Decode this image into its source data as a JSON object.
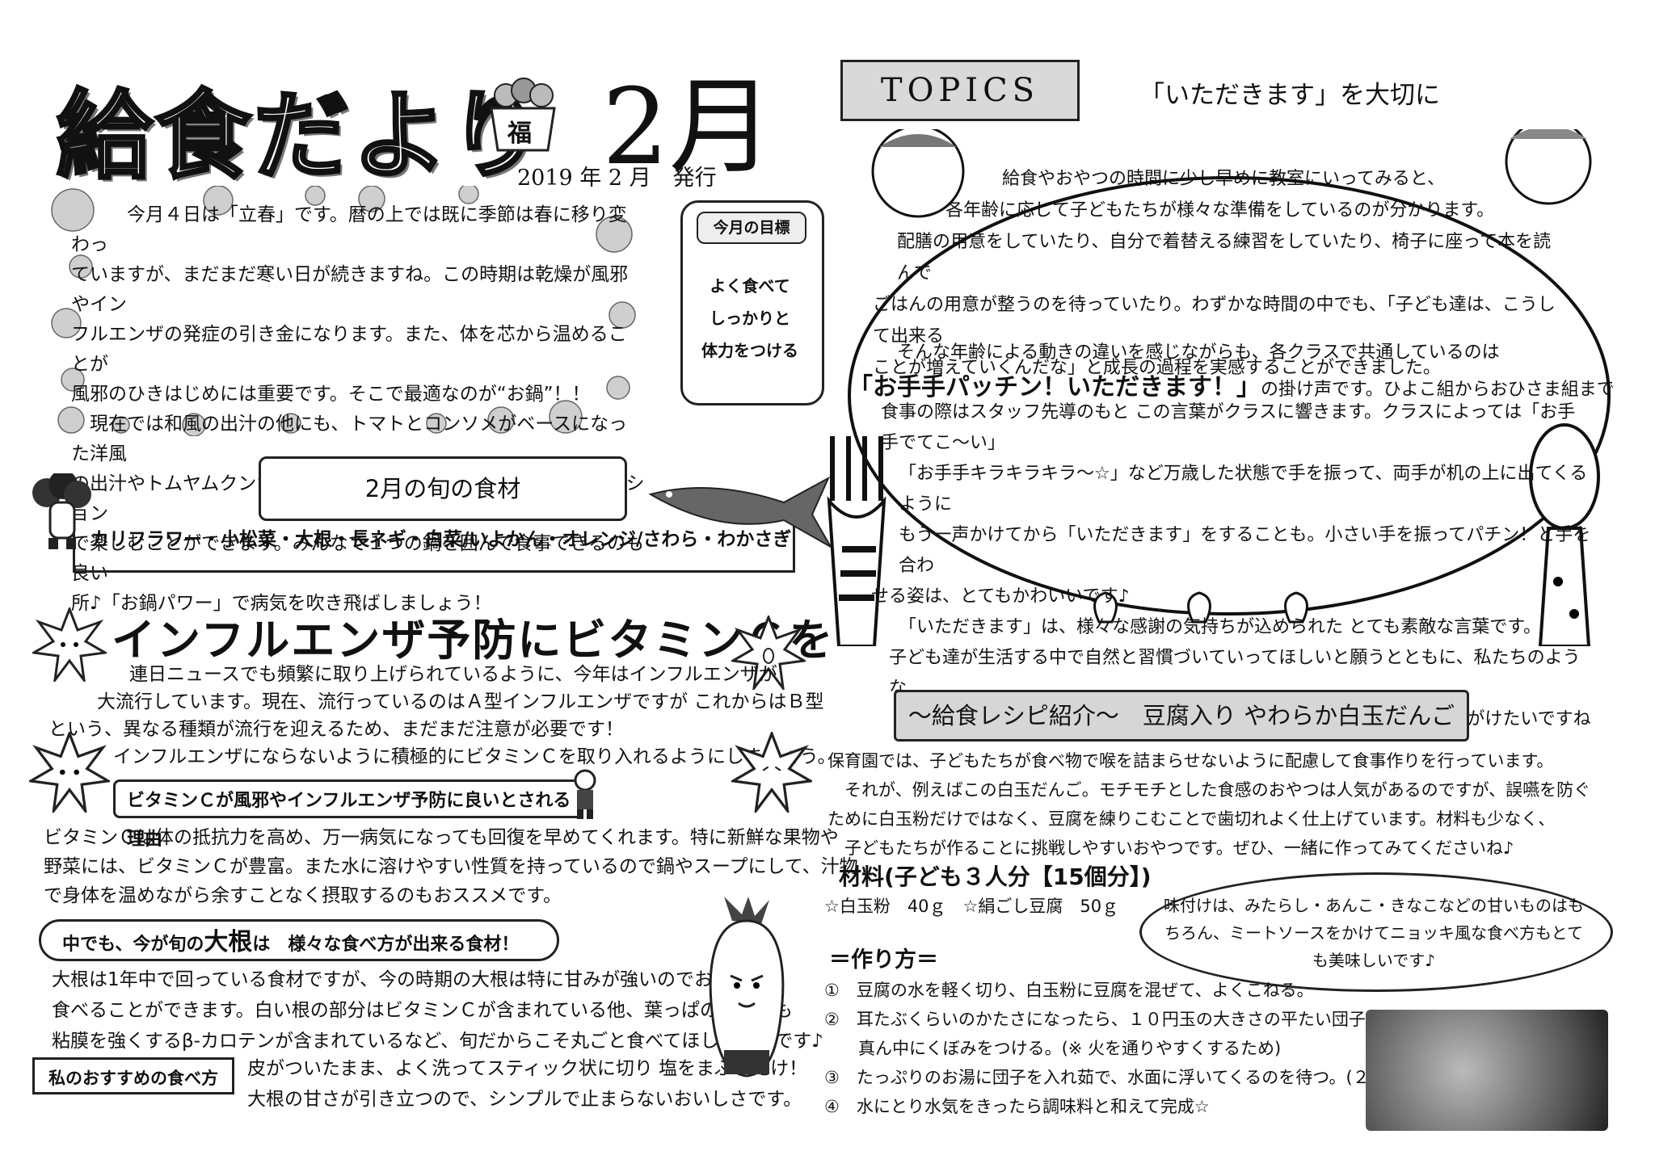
{
  "header": {
    "title": "給食だより",
    "bag_label": "福",
    "month": "2月",
    "issue_date": "2019 年 2 月　発行"
  },
  "topics": {
    "banner": "TOPICS",
    "title": "「いただきます」を大切に",
    "paragraph1": [
      "給食やおやつの時間に少し早めに教室にいってみると、",
      "各年齢に応じて子どもたちが様々な準備をしているのが分かります。",
      "配膳の用意をしていたり、自分で着替える練習をしていたり、椅子に座って本を読んで",
      "ごはんの用意が整うのを待っていたり。わずかな時間の中でも、「子ども達は、こうして出来る",
      "ことが増えていくんだな」と成長の過程を実感することができました。"
    ],
    "paragraph2_first": "そんな年齢による動きの違いを感じながらも、各クラスで共通しているのは",
    "callout": "「お手手パッチン！いただきます！」",
    "callout_tail": "の掛け声です。ひよこ組からおひさま組まで",
    "paragraph2": [
      "食事の際はスタッフ先導のもと この言葉がクラスに響きます。クラスによっては「お手手でてこ～い」",
      "「お手手キラキラキラ～☆」など万歳した状態で手を振って、両手が机の上に出てくるように",
      "もう一声かけてから「いただきます」をすることも。小さい手を振ってパチン！と手を合わ",
      "せる姿は、とてもかわいいです♪",
      "「いただきます」は、様々な感謝の気持ちが込められた とても素敵な言葉です。",
      "子ども達が生活する中で自然と習慣づいていってほしいと願うとともに、私たちのような",
      "大人も子どもたちの見本となれるよう普段から基本的なマナーをこころがけたいですね"
    ]
  },
  "intro": {
    "lines": [
      "　　　今月４日は「立春」です。暦の上では既に季節は春に移り変わっ",
      "ていますが、まだまだ寒い日が続きますね。この時期は乾燥が風邪やイン",
      "フルエンザの発症の引き金になります。また、体を芯から温めることが",
      "風邪のひきはじめには重要です。そこで最適なのが“お鍋”！！",
      "　現在では和風の出汁の他にも、トマトとコンソメがベースになった洋風",
      "の出汁やトムヤムクンなどのアジア系のスープなど様々なバリエーション",
      "で楽しむことができます。みんなで１つの鍋を囲んで食事できるのも良い",
      "所♪「お鍋パワー」で病気を吹き飛ばしましょう！"
    ]
  },
  "goal": {
    "label": "今月の目標",
    "lines": [
      "よく食べて",
      "しっかりと",
      "体力をつける"
    ]
  },
  "seasonal": {
    "title": "2月の旬の食材",
    "items": "カリフラワー・小松菜・大根・長ネギ・白菜/いよかん・オレンジ/さわら・わかさぎ"
  },
  "flu": {
    "heading": "インフルエンザ予防にビタミンＣを",
    "lines": [
      "連日ニュースでも頻繁に取り上げられているように、今年はインフルエンザが",
      "大流行しています。現在、流行っているのはＡ型インフルエンザですが これからはＢ型",
      "という、異なる種類が流行を迎えるため、まだまだ注意が必要です！",
      "インフルエンザにならないように積極的にビタミンＣを取り入れるようにしましょう。"
    ],
    "reason_title": "ビタミンＣが風邪やインフルエンザ予防に良いとされる理由",
    "reason_lines": [
      "ビタミンＣは体の抵抗力を高め、万一病気になっても回復を早めてくれます。特に新鮮な果物や",
      "野菜には、ビタミンＣが豊富。また水に溶けやすい性質を持っているので鍋やスープにして、汁物",
      "で身体を温めながら余すことなく摂取するのもおススメです。"
    ]
  },
  "daikon": {
    "heading_pre": "中でも、今が旬の",
    "heading_em": "大根",
    "heading_post": "は　様々な食べ方が出来る食材！",
    "lines": [
      "大根は1年中で回っている食材ですが、今の時期の大根は特に甘みが強いのでおいしく",
      "食べることができます。白い根の部分はビタミンＣが含まれている他、葉っぱの部分にも",
      "粘膜を強くするβ-カロテンが含まれているなど、旬だからこそ丸ごと食べてほしい食材です♪"
    ],
    "rec_label": "私のおすすめの食べ方",
    "rec_lines": [
      "皮がついたまま、よく洗ってスティック状に切り 塩をまぶすだけ！",
      "大根の甘さが引き立つので、シンプルで止まらないおいしさです。"
    ]
  },
  "recipe": {
    "heading": "～給食レシピ紹介～　豆腐入り やわらか白玉だんご",
    "lines": [
      "保育園では、子どもたちが食べ物で喉を詰まらせないように配慮して食事作りを行っています。",
      "　それが、例えばこの白玉だんご。モチモチとした食感のおやつは人気があるのですが、誤嚥を防ぐ",
      "ために白玉粉だけではなく、豆腐を練りこむことで歯切れよく仕上げています。材料も少なく、",
      "　子どもたちが作ることに挑戦しやすいおやつです。ぜひ、一緒に作ってみてくださいね♪"
    ],
    "materials_heading": "材料(子ども３人分【15個分】)",
    "materials": "☆白玉粉　40ｇ　☆絹ごし豆腐　50ｇ",
    "tip": "味付けは、みたらし・あんこ・きなこなどの甘いものはもちろん、ミートソースをかけてニョッキ風な食べ方もとても美味しいです♪",
    "method_heading": "＝作り方＝",
    "steps": [
      "①　豆腐の水を軽く切り、白玉粉に豆腐を混ぜて、よくこねる。",
      "②　耳たぶくらいのかたさになったら、１０円玉の大きさの平たい団子にして",
      "　　真ん中にくぼみをつける。(※ 火を通りやすくするため)",
      "③　たっぷりのお湯に団子を入れ茹で、水面に浮いてくるのを待つ。(２分)",
      "④　水にとり水気をきったら調味料と和えて完成☆"
    ]
  }
}
